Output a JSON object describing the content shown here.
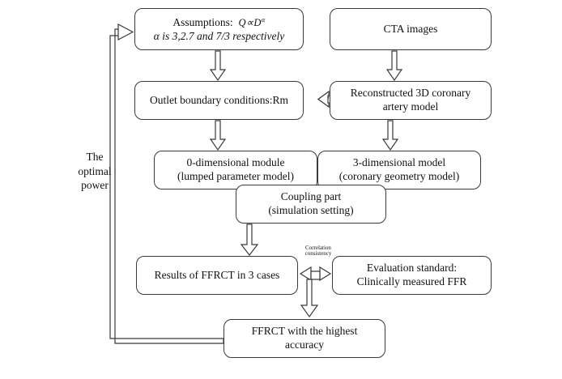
{
  "diagram": {
    "title": "FFRCT simulation workflow flowchart",
    "background": "#ffffff",
    "stroke_color": "#3a3a3a",
    "nodes": {
      "assumptions": {
        "label_prefix": "Assumptions:",
        "formula_q": "Q",
        "formula_prop": "∝",
        "formula_d": "D",
        "formula_exp": "α",
        "line2": "α is 3,2.7 and 7/3 respectively"
      },
      "cta_images": {
        "label": "CTA images"
      },
      "outlet": {
        "label": "Outlet boundary conditions:Rm"
      },
      "reconstructed": {
        "line1": "Reconstructed 3D coronary",
        "line2": "artery model"
      },
      "zero_dimensional": {
        "line1": "0-dimensional module",
        "line2": "(lumped parameter model)"
      },
      "three_dimensional": {
        "line1": "3-dimensional model",
        "line2": "(coronary geometry model)"
      },
      "coupling": {
        "line1": "Coupling part",
        "line2": "(simulation  setting)"
      },
      "results": {
        "label": "Results of FFRCT in 3 cases"
      },
      "evaluation": {
        "line1": "Evaluation standard:",
        "line2": "Clinically measured FFR"
      },
      "final": {
        "line1": "FFRCT with the highest",
        "line2": "accuracy"
      }
    },
    "labels": {
      "feedback_loop": {
        "line1": "The",
        "line2": "optimal",
        "line3": "power"
      },
      "correlation": {
        "line1": "Correlation",
        "line2": "consistency"
      }
    },
    "connectors": [
      {
        "name": "assumptions-to-outlet",
        "type": "block-arrow",
        "direction": "down"
      },
      {
        "name": "cta-to-reconstructed",
        "type": "block-arrow",
        "direction": "down"
      },
      {
        "name": "reconstructed-to-outlet",
        "type": "block-arrow",
        "direction": "left"
      },
      {
        "name": "outlet-to-zero-dimensional",
        "type": "block-arrow",
        "direction": "down"
      },
      {
        "name": "reconstructed-to-three-dimensional",
        "type": "block-arrow",
        "direction": "down"
      },
      {
        "name": "coupling-to-results",
        "type": "block-arrow",
        "direction": "down"
      },
      {
        "name": "results-eval-correlation",
        "type": "block-arrow",
        "direction": "both-horizontal"
      },
      {
        "name": "correlation-to-final",
        "type": "block-arrow",
        "direction": "down"
      },
      {
        "name": "final-to-assumptions-feedback",
        "type": "outline-path-arrow",
        "direction": "up-right"
      }
    ]
  }
}
